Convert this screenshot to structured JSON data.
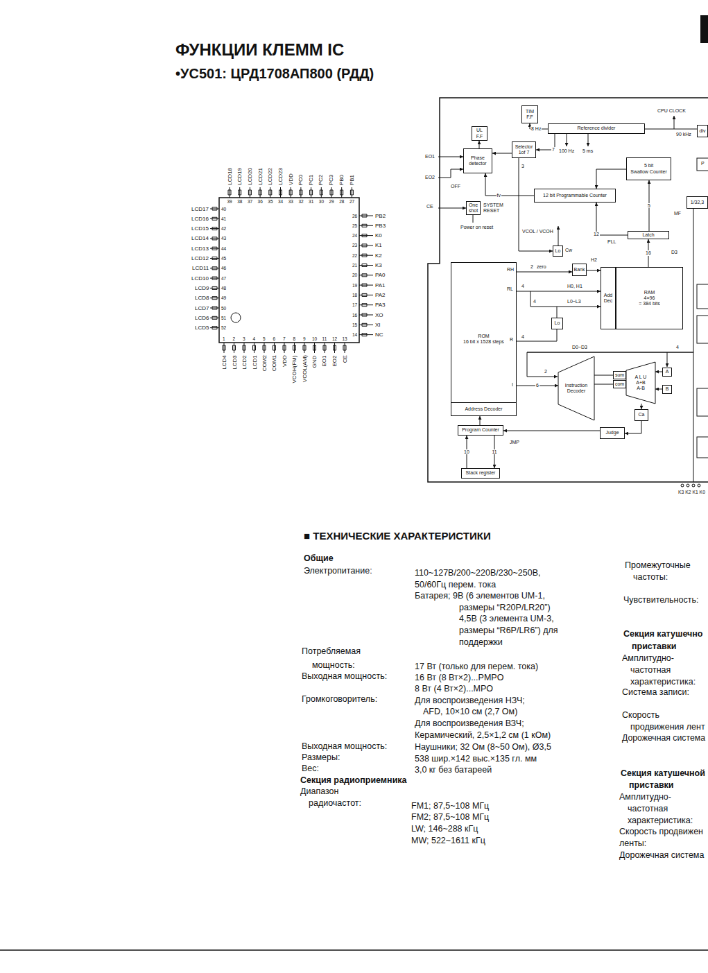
{
  "diagram": {
    "title": "ФУНКЦИИ КЛЕММ IC",
    "nodes": [
      {
        "text": [
          "TIM F.F"
        ]
      },
      {
        "text": [
          "Reference divider"
        ]
      },
      {
        "text": [
          "div"
        ]
      },
      {
        "text": [
          "UL F.F"
        ]
      },
      {
        "text": [
          "Phase detector"
        ]
      },
      {
        "text": [
          "Selector 1of 7"
        ]
      },
      {
        "text": [
          "5 bit",
          "Swallow Counter"
        ]
      },
      {
        "text": [
          "12 bit Programmable Counter"
        ]
      },
      {
        "text": [
          "1/32,3"
        ]
      },
      {
        "text": [
          "One shot"
        ]
      },
      {
        "text": [
          "Latch"
        ]
      },
      {
        "text": [
          "Lo"
        ]
      },
      {
        "text": [
          "Bank"
        ]
      },
      {
        "text": [
          "Add Dec"
        ]
      },
      {
        "text": [
          "RAM",
          "4×96",
          "= 384 bits"
        ]
      },
      {
        "text": [
          "ROM",
          "16 bit x 1528 steps"
        ]
      },
      {
        "text": [
          "Address Decoder"
        ],
        "in": 15
      },
      {
        "text": [
          "Lo"
        ]
      },
      {
        "text": [
          "Instruction Decoder"
        ]
      },
      {
        "text": [
          "sum"
        ]
      },
      {
        "text": [
          "com"
        ]
      },
      {
        "text": [
          "A L U",
          "A+B",
          "A-B"
        ]
      },
      {
        "text": [
          "A"
        ]
      },
      {
        "text": [
          "B"
        ]
      },
      {
        "text": [
          "Ca"
        ]
      },
      {
        "text": [
          "Judge"
        ]
      },
      {
        "text": [
          "Program Counter"
        ]
      },
      {
        "text": [
          "Stack register"
        ]
      }
    ],
    "edges": [
      {
        "from": 4,
        "to": 3,
        "arrow": "to"
      },
      {
        "from": 5,
        "to": 4,
        "arrow": "to"
      },
      {
        "from": 1,
        "to": 5,
        "label": "7",
        "arrow": "to"
      },
      {
        "from": 1,
        "to": 0,
        "label": "8 Hz",
        "arrow": "to"
      },
      {
        "from": 7,
        "to": 4,
        "label": "fv",
        "arrow": "to"
      },
      {
        "from": 6,
        "to": 7,
        "arrow": "to"
      },
      {
        "from": 10,
        "to": 6,
        "label": "5",
        "arrow": "to"
      },
      {
        "from": 10,
        "to": 7,
        "label": "12",
        "arrow": "to"
      },
      {
        "from": 14,
        "to": 10,
        "label": "16",
        "arrow": "to"
      },
      {
        "from": 5,
        "to": 11,
        "arrow": "to"
      },
      {
        "from": 12,
        "to": 13,
        "arrow": "to"
      },
      {
        "from": 15,
        "to": 18,
        "label": "6",
        "arrow": "to"
      },
      {
        "from": 22,
        "to": 21,
        "arrow": "to"
      },
      {
        "from": 23,
        "to": 21,
        "arrow": "to"
      },
      {
        "from": 21,
        "to": 24,
        "arrow": "to"
      },
      {
        "from": 24,
        "to": 25,
        "arrow": "to"
      },
      {
        "from": 25,
        "to": 26,
        "arrow": "to"
      },
      {
        "from": 26,
        "to": 16,
        "arrow": "to"
      },
      {
        "from": 27,
        "to": 26,
        "label": "10",
        "arrow": "to"
      },
      {
        "from": 26,
        "to": 27,
        "label": "11",
        "arrow": "to"
      }
    ],
    "labels": [
      "LCD4",
      "LCD3",
      "LCD2",
      "LCD1",
      "COM2",
      "COM1",
      "VDD",
      "VCOH(FM)",
      "VCOL(AM)",
      "GND",
      "EO1",
      "EO2",
      "CE",
      "NC",
      "XI",
      "XO",
      "PA3",
      "PA2",
      "PA1",
      "PA0",
      "K3",
      "K2",
      "K1",
      "K0",
      "PB3",
      "PB2",
      "PB1",
      "PB0",
      "PC3",
      "PC2",
      "PC1",
      "PC0",
      "VDD",
      "LCD23",
      "LCD22",
      "LCD21",
      "LCD20",
      "LCD19",
      "LCD18",
      "LCD17",
      "LCD16",
      "LCD15",
      "LCD14",
      "LCD13",
      "LCD12",
      "LCD11",
      "LCD10",
      "LCD9",
      "LCD8",
      "LCD7",
      "LCD6",
      "LCD5",
      "1",
      "2",
      "3",
      "4",
      "5",
      "6",
      "7",
      "8",
      "9",
      "10",
      "11",
      "12",
      "13",
      "14",
      "15",
      "16",
      "17",
      "18",
      "19",
      "20",
      "21",
      "22",
      "23",
      "24",
      "25",
      "26",
      "27",
      "28",
      "29",
      "30",
      "31",
      "32",
      "33",
      "34",
      "35",
      "36",
      "37",
      "38",
      "39",
      "40",
      "41",
      "42",
      "43",
      "44",
      "45",
      "46",
      "47",
      "48",
      "49",
      "50",
      "51",
      "52",
      "•УС501: ЦРД1708АП800 (РДД)",
      "CPU CLOCK",
      "90 kHz",
      "100 Hz",
      "5 ms",
      "3",
      "EO1",
      "EO2",
      "OFF",
      "CE",
      "SYSTEM RESET",
      "Power on reset",
      "VCOL / VCOH",
      "Cw",
      "PLL",
      "D3",
      "MF",
      "P",
      "H2",
      "RH",
      "2",
      "zero",
      "RL",
      "4",
      "H0, H1",
      "4",
      "L0~L3",
      "R",
      "4",
      "D0~D3",
      "4",
      "I",
      "2",
      "JMP",
      "K3 K2 K1 K0",
      "■ ТЕХНИЧЕСКИЕ ХАРАКТЕРИСТИКИ",
      "Общие",
      "Электропитание:",
      "110~127В/200~220В/230~250В,",
      "50/60Гц перем. тока",
      "Батарея; 9В (6 элементов UM-1,",
      "размеры “R20P/LR20”)",
      "4,5В (3 элемента UM-3,",
      "размеры “R6P/LR6”) для",
      "поддержки",
      "Потребляемая",
      "мощность:",
      "17 Вт (только для перем. тока)",
      "Выходная мощность:",
      "16 Вт (8 Вт×2)...PMPO",
      "8 Вт (4 Вт×2)...MPO",
      "Громкоговоритель:",
      "Для воспроизведения НЗЧ;",
      "AFD, 10×10 см (2,7 Ом)",
      "Для воспроизведения ВЗЧ;",
      "Керамический, 2,5×1,2 см (1 кОм)",
      "Выходная мощность:",
      "Наушники; 32 Ом (8~50 Ом), Ø3,5",
      "Размеры:",
      "538 шир.×142 выс.×135 гл. мм",
      "Вес:",
      "3,0 кг без батареей",
      "Секция радиоприемника",
      "Диапазон",
      "радиочастот:",
      "FM1; 87,5~108 МГц",
      "FM2; 87,5~108 МГц",
      "LW; 146~288 кГц",
      "MW; 522~1611 кГц",
      "Промежуточные",
      "частоты:",
      "Чувствительность:",
      "Секция катушечно",
      "приставки",
      "Амплитудно-",
      "частотная",
      "характеристика:",
      "Система записи:",
      "Скорость",
      "продвижения лент",
      "Дорожечная система",
      "Секция катушечной",
      "приставки",
      "Амплитудно-",
      "частотная",
      "характеристика:",
      "Скорость продвижен",
      "ленты:",
      "Дорожечная система"
    ]
  }
}
